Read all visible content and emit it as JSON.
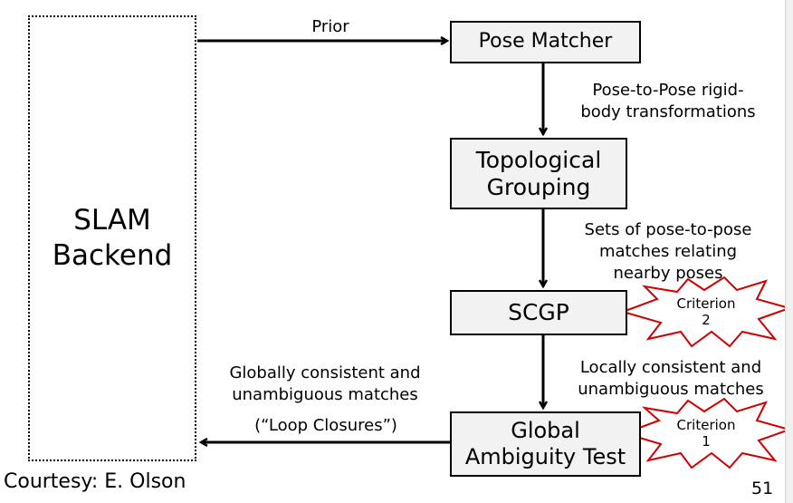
{
  "slam": {
    "line1": "SLAM",
    "line2": "Backend"
  },
  "boxes": {
    "pose_matcher": {
      "lines": [
        "Pose Matcher"
      ]
    },
    "topological_grouping": {
      "lines": [
        "Topological",
        "Grouping"
      ]
    },
    "scgp": {
      "lines": [
        "SCGP"
      ]
    },
    "global_ambiguity_test": {
      "lines": [
        "Global",
        "Ambiguity Test"
      ]
    }
  },
  "edge_labels": {
    "prior": "Prior",
    "pose_to_pose": [
      "Pose-to-Pose rigid-",
      "body transformations"
    ],
    "sets_of_matches": [
      "Sets of pose-to-pose",
      "matches relating",
      "nearby poses"
    ],
    "locally_consistent": [
      "Locally consistent and",
      "unambiguous matches"
    ],
    "globally_consistent": [
      "Globally consistent and",
      "unambiguous matches"
    ],
    "loop_closures": "(“Loop Closures”)"
  },
  "criteria": [
    {
      "lines": [
        "Criterion",
        "2"
      ]
    },
    {
      "lines": [
        "Criterion",
        "1"
      ]
    }
  ],
  "footer": {
    "credit": "Courtesy: E. Olson",
    "page_number": "51"
  }
}
